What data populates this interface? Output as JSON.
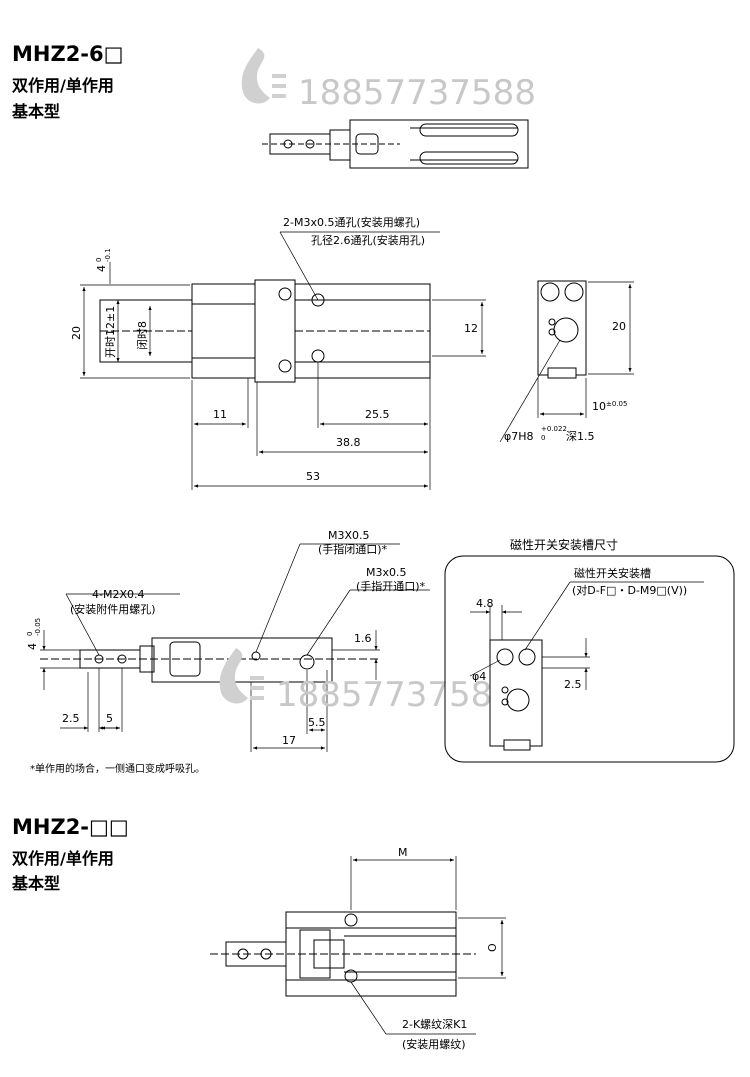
{
  "section1": {
    "model": "MHZ2-6□",
    "line1": "双作用/单作用",
    "line2": "基本型"
  },
  "section2": {
    "model": "MHZ2-□□",
    "line1": "双作用/单作用",
    "line2": "基本型"
  },
  "watermark": {
    "text": "18857737588",
    "color": "#c8c8c8"
  },
  "top_view": {
    "callout_line1": "2-M3x0.5通孔(安装用螺孔)",
    "callout_line2": "孔径2.6通孔(安装用孔)",
    "dim_4": "4",
    "dim_4_tol": "0",
    "dim_4_tol2": "-0.1",
    "dim_20_left": "20",
    "open_label": "开时12±1",
    "close_label": "闭时8",
    "dim_12": "12",
    "dim_11": "11",
    "dim_25_5": "25.5",
    "dim_38_8": "38.8",
    "dim_53": "53"
  },
  "end_view": {
    "dim_20": "20",
    "dim_10": "10",
    "dim_10_tol": "±0.05",
    "bore_label": "φ7H8",
    "bore_tol_up": "+0.022",
    "bore_tol_low": "0",
    "bore_depth": "深1.5"
  },
  "side_view": {
    "m3x05_a": "M3X0.5",
    "m3x05_a_note": "(手指闭通口)*",
    "m3x05_b": "M3x0.5",
    "m3x05_b_note": "(手指开通口)*",
    "m2_label": "4-M2X0.4",
    "m2_note": "(安装附件用螺孔)",
    "dim_4": "4",
    "dim_4_tol": "0",
    "dim_4_tol2": "-0.05",
    "dim_1_6": "1.6",
    "dim_2_5": "2.5",
    "dim_5": "5",
    "dim_5_5": "5.5",
    "dim_17": "17",
    "footnote": "*单作用的场合，一侧通口变成呼吸孔。"
  },
  "switch_box": {
    "title": "磁性开关安装槽尺寸",
    "slot_label": "磁性开关安装槽",
    "slot_note": "(对D-F□・D-M9□(V))",
    "dim_4_8": "4.8",
    "dim_phi4": "φ4",
    "dim_2_5": "2.5"
  },
  "bottom_view": {
    "dim_M": "M",
    "dim_O": "O",
    "thread_label": "2-K螺纹深K1",
    "thread_note": "(安装用螺纹)"
  }
}
